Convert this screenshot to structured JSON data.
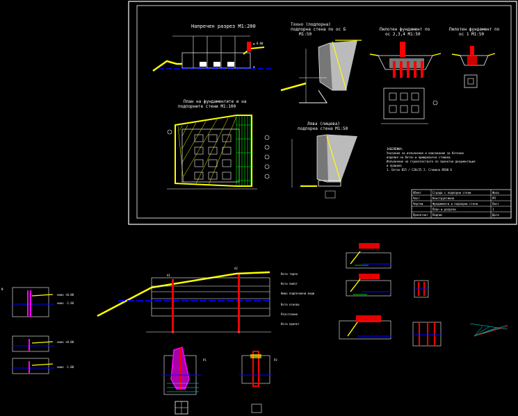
{
  "drawing_sheet": {
    "views": {
      "section_longitudinal": {
        "title": "Напречен разрез М1:200"
      },
      "retaining_wall_right": {
        "title": "Тяхно (подпорна)\nподпорна стена по ос Б\nМ1:50"
      },
      "foundation_a": {
        "title": "Пилотен фундамент по\nос 2,3,4 М1:50"
      },
      "foundation_b": {
        "title": "Пилотен фундамент по\nос 1 М1:50"
      },
      "plan": {
        "title": "План на фундаментите и на\nподпорните стени М1:100"
      },
      "retaining_wall_left": {
        "title": "Лява (лицева)\nподпорна стена М1:50"
      }
    },
    "notes": [
      "ЗАБЕЛЕЖКА:",
      "Указания за изпълнение и изисквания за бетонни",
      "изделия на бетон и армировъчна стомана.",
      "Изпълнение на строителството по проектна документация",
      "и правила",
      "1. Бетон В25 / С20/25 2. Стомана В500 Б"
    ],
    "title_block": {
      "rows": [
        [
          "Обект",
          "Сграда с подпорни стени",
          "Фаза"
        ],
        [
          "Част",
          "Конструктивна",
          "РП"
        ],
        [
          "Чертеж",
          "Фундаменти и подпорни стени",
          "Лист"
        ],
        [
          "",
          "План и разрези",
          "1"
        ],
        [
          "Проектант",
          "Подпис",
          "Дата"
        ]
      ]
    }
  },
  "loose_drawings": {
    "left_details": [
      "ниво +0.00",
      "ниво -2.40",
      "ниво +0.00",
      "ниво -1.80"
    ],
    "profile": {
      "labels": [
        "Кота терен",
        "Кота пилот",
        "Ниво подпочвени води",
        "Кота основа",
        "Разстояние",
        "Кота проект"
      ]
    },
    "tags": [
      "A1",
      "A2",
      "P1",
      "P2",
      "N"
    ]
  },
  "colors": {
    "background": "#000000",
    "frame": "#ffffff",
    "terrain": "#ffff00",
    "water": "#0000ff",
    "piles": "#ff0000",
    "reinforcement": "#00ff00",
    "hatch": "#ff00ff",
    "dimension": "#00ffff"
  }
}
